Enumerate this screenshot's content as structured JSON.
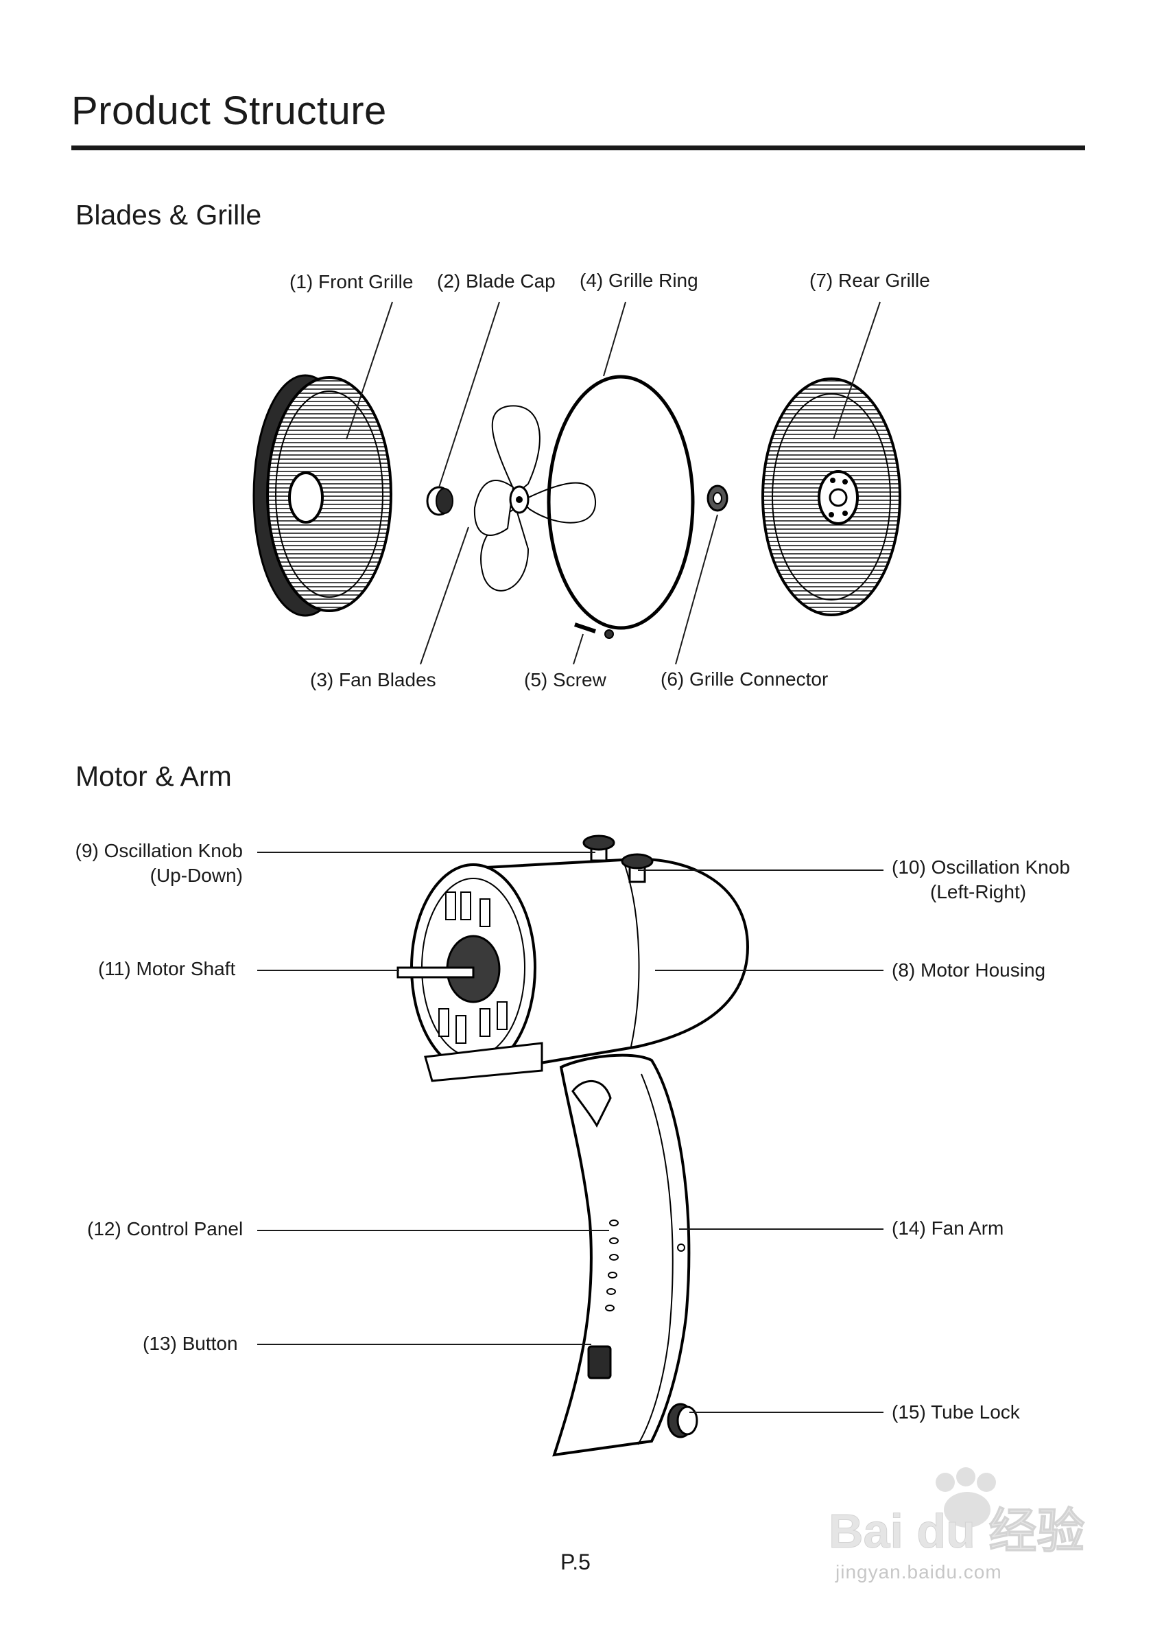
{
  "title": "Product Structure",
  "sections": {
    "blades": {
      "heading": "Blades & Grille"
    },
    "motor": {
      "heading": "Motor & Arm"
    }
  },
  "parts": {
    "p1": "(1) Front Grille",
    "p2": "(2) Blade Cap",
    "p3": "(3) Fan Blades",
    "p4": "(4) Grille Ring",
    "p5": "(5) Screw",
    "p6": "(6) Grille Connector",
    "p7": "(7) Rear Grille",
    "p8": "(8) Motor Housing",
    "p9": [
      "(9) Oscillation Knob",
      "(Up-Down)"
    ],
    "p10": [
      "(10) Oscillation Knob",
      "(Left-Right)"
    ],
    "p11": "(11) Motor Shaft",
    "p12": "(12) Control Panel",
    "p13": "(13) Button",
    "p14": "(14) Fan Arm",
    "p15": "(15) Tube Lock"
  },
  "page_number": "P.5",
  "watermark": {
    "brand": "Bai du 经验",
    "url": "jingyan.baidu.com"
  }
}
